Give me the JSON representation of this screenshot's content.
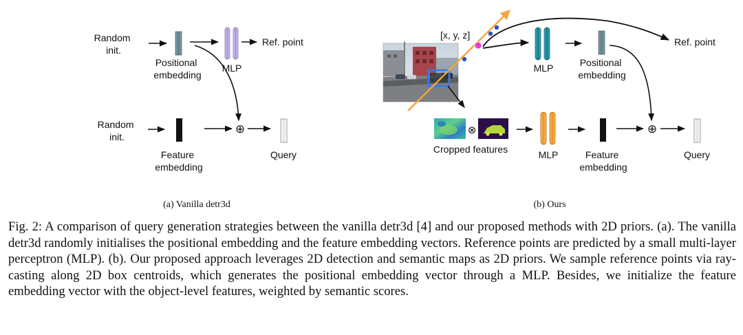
{
  "figure": {
    "panel_a": {
      "random_init_top": [
        "Random",
        "init."
      ],
      "positional_embedding": [
        "Positional",
        "embedding"
      ],
      "mlp": "MLP",
      "ref_point": "Ref. point",
      "random_init_bottom": [
        "Random",
        "init."
      ],
      "feature_embedding": [
        "Feature",
        "embedding"
      ],
      "query": "Query",
      "plus": "⊕",
      "subcaption": "(a) Vanilla detr3d"
    },
    "panel_b": {
      "coords": "[x, y, z]",
      "ref_point": "Ref. point",
      "mlp_top": "MLP",
      "positional_embedding": [
        "Positional",
        "embedding"
      ],
      "times": "⊗",
      "cropped_features": "Cropped features",
      "mlp_bottom": "MLP",
      "feature_embedding": [
        "Feature",
        "embedding"
      ],
      "query": "Query",
      "plus": "⊕",
      "subcaption": "(b) Ours"
    },
    "colors": {
      "positional_embedding": "#6e8a96",
      "mlp_a": "#b8a6dc",
      "mlp_b_top": "#1c8f9c",
      "mlp_b_bottom": "#f3a030",
      "feature_embedding": "#111111",
      "query": "#f0f0f0",
      "ray": "#f6a340",
      "ray_point": "#2a55c8",
      "sample_point": "#e93ed6",
      "box": "#3b78e7"
    }
  },
  "caption": "Fig. 2: A comparison of query generation strategies between the vanilla detr3d [4] and our proposed methods with 2D priors. (a). The vanilla detr3d randomly initialises the positional embedding and the feature embedding vectors. Reference points are predicted by a small multi-layer perceptron (MLP). (b). Our proposed approach leverages 2D detection and semantic maps as 2D priors. We sample reference points via ray-casting along 2D box centroids, which generates the positional embedding vector through a MLP. Besides, we initialize the feature embedding vector with the object-level features, weighted by semantic scores."
}
